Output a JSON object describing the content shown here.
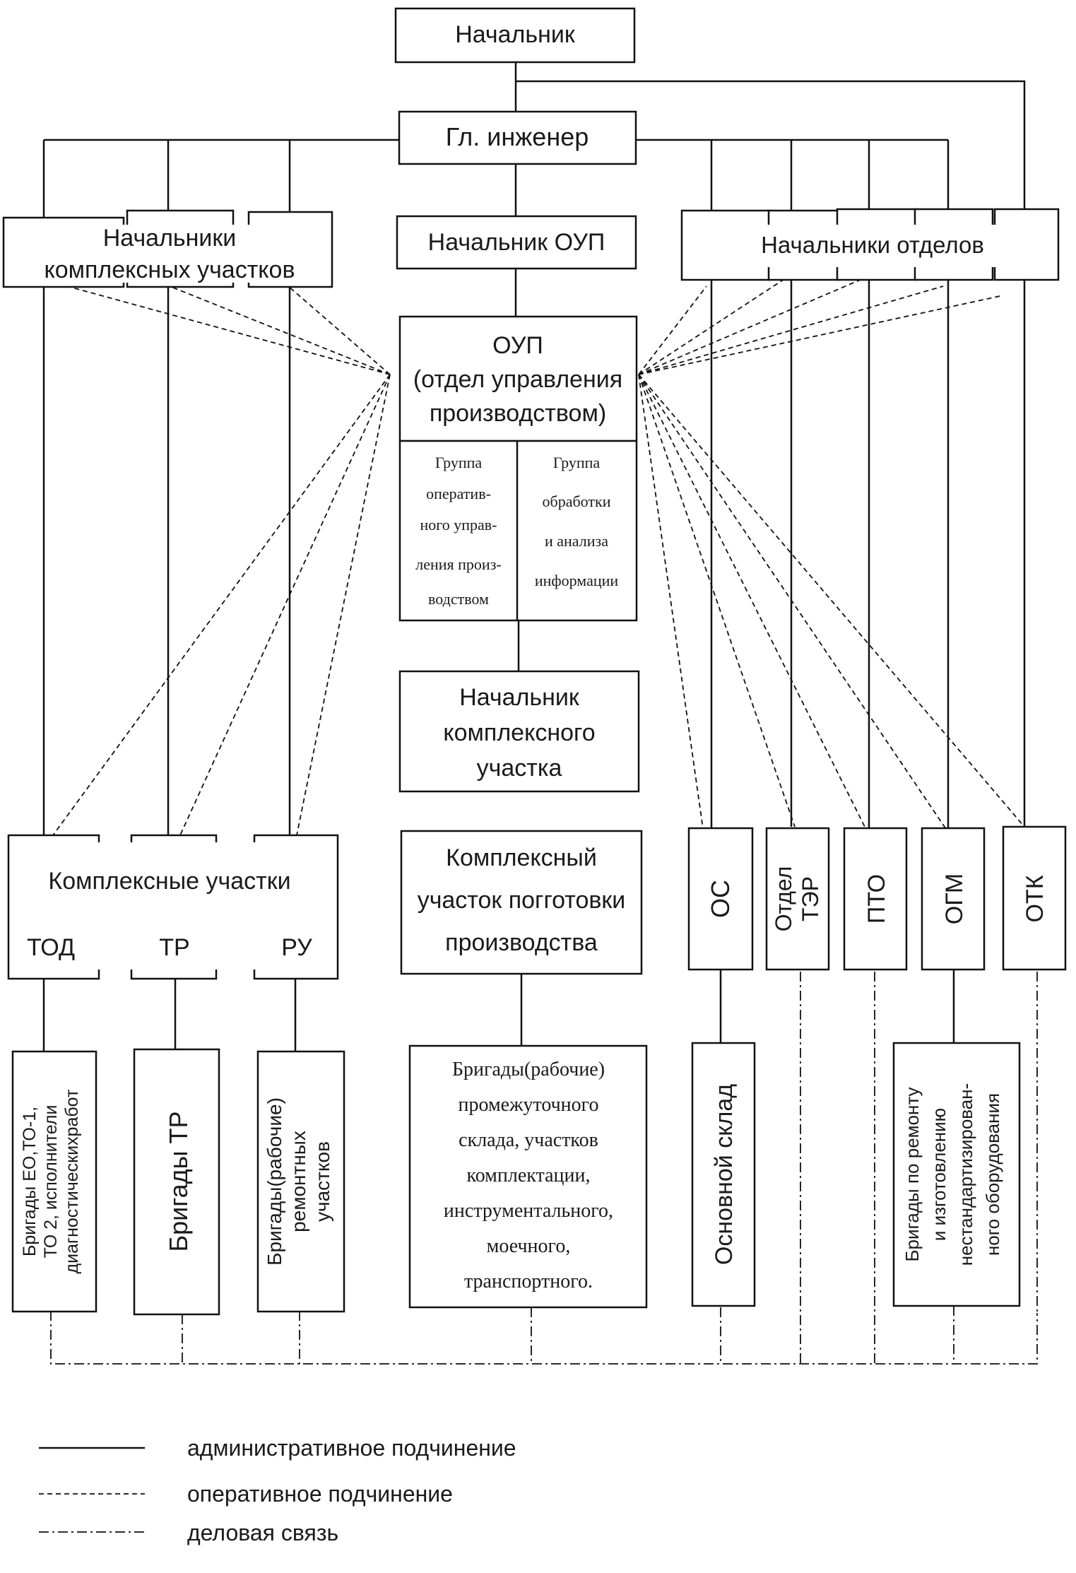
{
  "boxes": {
    "chief": "Начальник",
    "chief_engineer": "Гл. инженер",
    "complex_heads": [
      "Начальники",
      "комплексных участков"
    ],
    "oup_head": "Начальник ОУП",
    "dept_heads": "Начальники отделов",
    "oup": [
      "ОУП",
      "(отдел управления",
      "производством)"
    ],
    "group_operative": [
      "Группа",
      "оператив-",
      "ного управ-",
      "ления произ-",
      "водством"
    ],
    "group_analysis": [
      "Группа",
      "обработки",
      "и анализа",
      "информации"
    ],
    "complex_section_head": [
      "Начальник",
      "комплексного",
      "участка"
    ],
    "complex_sections": "Комплексные участки",
    "tod": "ТОД",
    "tr": "ТР",
    "ru": "РУ",
    "prep_section": [
      "Комплексный",
      "участок погготовки",
      "производства"
    ],
    "os": "ОС",
    "ter": [
      "Отдел",
      "ТЭР"
    ],
    "pto": "ПТО",
    "ogm": "ОГМ",
    "otk": "ОТК",
    "brig_eo": [
      "Бригады ЕО,ТО-1,",
      "ТО 2, исполнители",
      "диагностическихработ"
    ],
    "brig_tr": "Бригады ТР",
    "brig_repair": [
      "Бригады(рабочие)",
      "ремонтных",
      "участков"
    ],
    "brig_prep": [
      "Бригады(рабочие)",
      "промежуточного",
      "склада, участков",
      "комплектации,",
      "инструментального,",
      "моечного,",
      "транспортного."
    ],
    "warehouse": "Основной склад",
    "brig_ogm": [
      "Бригады по ремонту",
      "и изготовлению",
      "нестандартизирован-",
      "ного оборудования"
    ]
  },
  "legend": {
    "administrative": "административное подчинение",
    "operative": "оперативное подчинение",
    "business": "деловая связь"
  }
}
